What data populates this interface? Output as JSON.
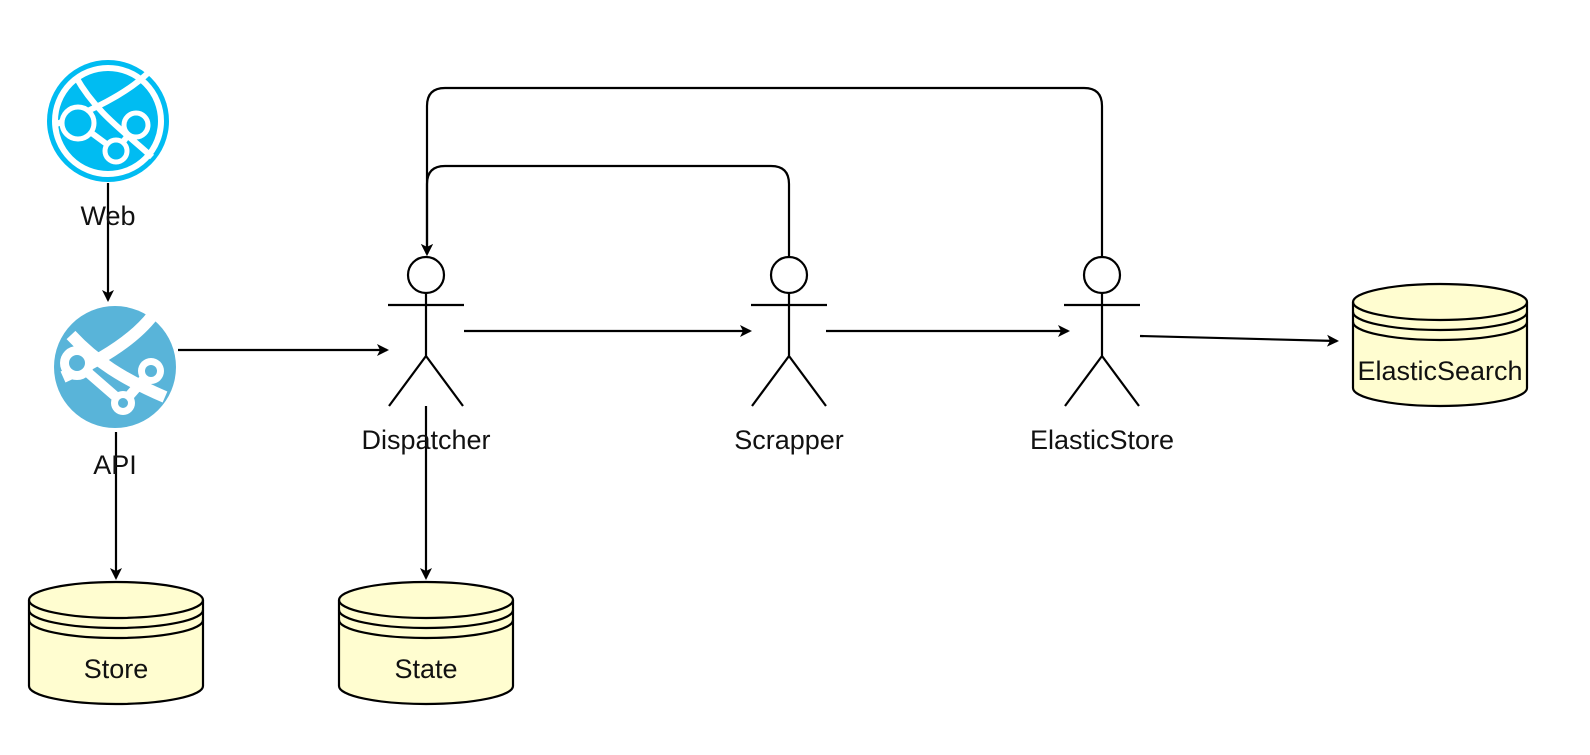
{
  "colors": {
    "web_icon": "#00bcf2",
    "api_icon": "#59b4d9",
    "database_fill": "#fffdd0",
    "stroke": "#000000",
    "text": "#111111"
  },
  "nodes": {
    "web": {
      "label": "Web",
      "icon": "azure-web-app-icon"
    },
    "api": {
      "label": "API",
      "icon": "azure-web-app-icon"
    },
    "dispatcher": {
      "label": "Dispatcher",
      "icon": "actor-icon"
    },
    "scrapper": {
      "label": "Scrapper",
      "icon": "actor-icon"
    },
    "elasticstore": {
      "label": "ElasticStore",
      "icon": "actor-icon"
    },
    "elasticsearch": {
      "label": "ElasticSearch",
      "icon": "database-icon"
    },
    "store": {
      "label": "Store",
      "icon": "database-icon"
    },
    "state": {
      "label": "State",
      "icon": "database-icon"
    }
  },
  "edges": [
    {
      "from": "Web",
      "to": "API"
    },
    {
      "from": "API",
      "to": "Dispatcher"
    },
    {
      "from": "API",
      "to": "Store"
    },
    {
      "from": "Dispatcher",
      "to": "Scrapper"
    },
    {
      "from": "Dispatcher",
      "to": "State"
    },
    {
      "from": "Scrapper",
      "to": "ElasticStore"
    },
    {
      "from": "Scrapper",
      "to": "Dispatcher"
    },
    {
      "from": "ElasticStore",
      "to": "Dispatcher"
    },
    {
      "from": "ElasticStore",
      "to": "ElasticSearch"
    }
  ]
}
